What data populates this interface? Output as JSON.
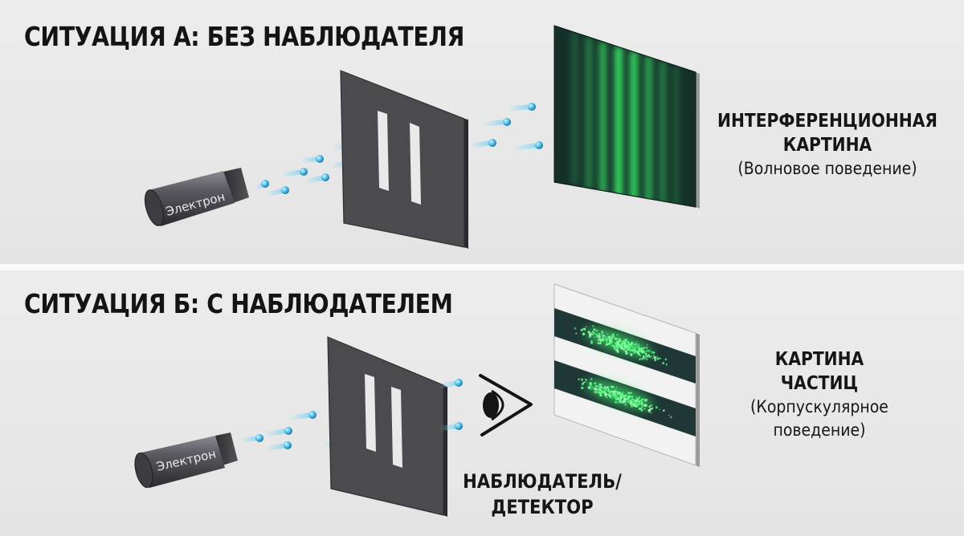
{
  "situation_a": {
    "heading": "СИТУАЦИЯ А: БЕЗ НАБЛЮДАТЕЛЯ",
    "source_label": "Электрон",
    "screen_label_line1": "ИНТЕРФЕРЕНЦИОННАЯ",
    "screen_label_line2": "КАРТИНА",
    "screen_label_line3": "(Волновое поведение)"
  },
  "situation_b": {
    "heading": "СИТУАЦИЯ Б: С НАБЛЮДАТЕЛЕМ",
    "source_label": "Электрон",
    "screen_label_line1": "КАРТИНА",
    "screen_label_line2": "ЧАСТИЦ",
    "screen_label_line3": "(Корпускулярное",
    "screen_label_line4": "поведение)",
    "observer_label_line1": "НАБЛЮДАТЕЛЬ/",
    "observer_label_line2": "ДЕТЕКТОР"
  },
  "colors": {
    "background": "#e9e9e9",
    "barrier": "#4b4b4f",
    "screen_dark": "#15302a",
    "pattern_green": "#3bf06a",
    "electron_cyan": "#57c4e8"
  }
}
